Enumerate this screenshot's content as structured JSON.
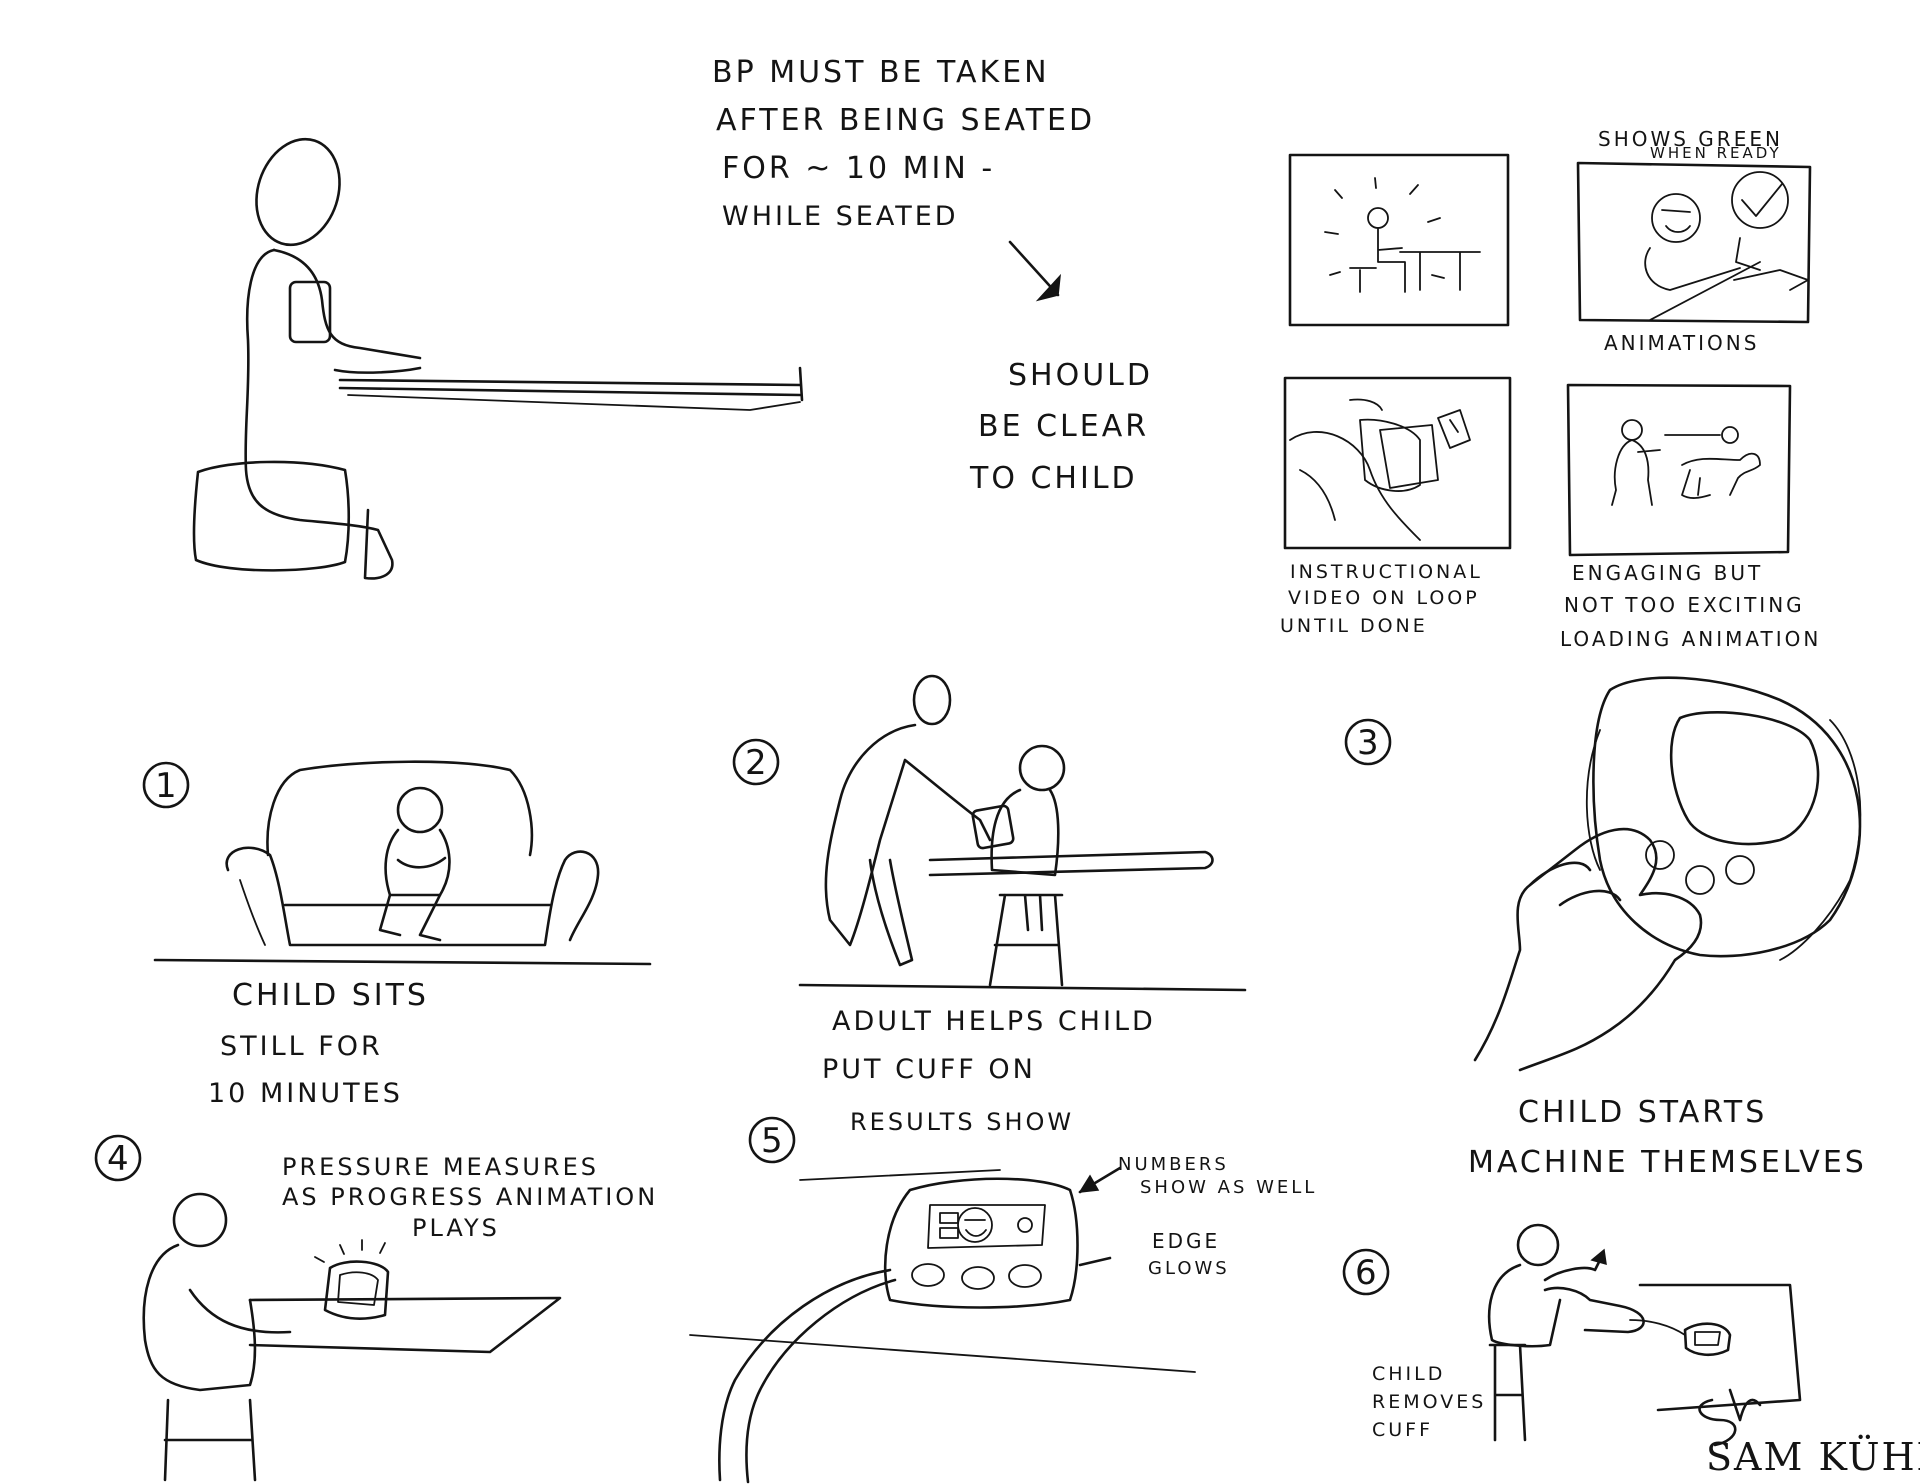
{
  "header_note": {
    "lines": [
      "BP MUST BE TAKEN",
      "AFTER BEING SEATED",
      "FOR ~ 10 MIN -",
      "WHILE SEATED"
    ]
  },
  "clarity_note": {
    "lines": [
      "SHOULD",
      "BE CLEAR",
      "TO CHILD"
    ]
  },
  "panels": {
    "shows_green": {
      "line1": "SHOWS GREEN",
      "line2": "WHEN READY"
    },
    "animations": "ANIMATIONS",
    "instructional": {
      "lines": [
        "INSTRUCTIONAL",
        "VIDEO ON LOOP",
        "UNTIL DONE"
      ]
    },
    "loading": {
      "lines": [
        "ENGAGING BUT",
        "NOT TOO EXCITING",
        "LOADING ANIMATION"
      ]
    }
  },
  "steps": [
    {
      "number": "1",
      "lines": [
        "CHILD SITS",
        "STILL FOR",
        "10 MINUTES"
      ]
    },
    {
      "number": "2",
      "lines": [
        "ADULT HELPS CHILD",
        "PUT CUFF ON"
      ]
    },
    {
      "number": "3",
      "lines": [
        "CHILD STARTS",
        "MACHINE THEMSELVES"
      ]
    },
    {
      "number": "4",
      "lines": [
        "PRESSURE MEASURES",
        "AS PROGRESS ANIMATION",
        "PLAYS"
      ]
    },
    {
      "number": "5",
      "lines": [
        "RESULTS SHOW"
      ],
      "callouts": {
        "numbers": [
          "NUMBERS",
          "SHOW AS WELL"
        ],
        "edge": [
          "EDGE",
          "GLOWS"
        ]
      }
    },
    {
      "number": "6",
      "lines": [
        "CHILD",
        "REMOVES",
        "CUFF"
      ]
    }
  ],
  "signature": "SAM KÜHN",
  "colors": {
    "ink": "#141414",
    "paper": "#ffffff"
  }
}
